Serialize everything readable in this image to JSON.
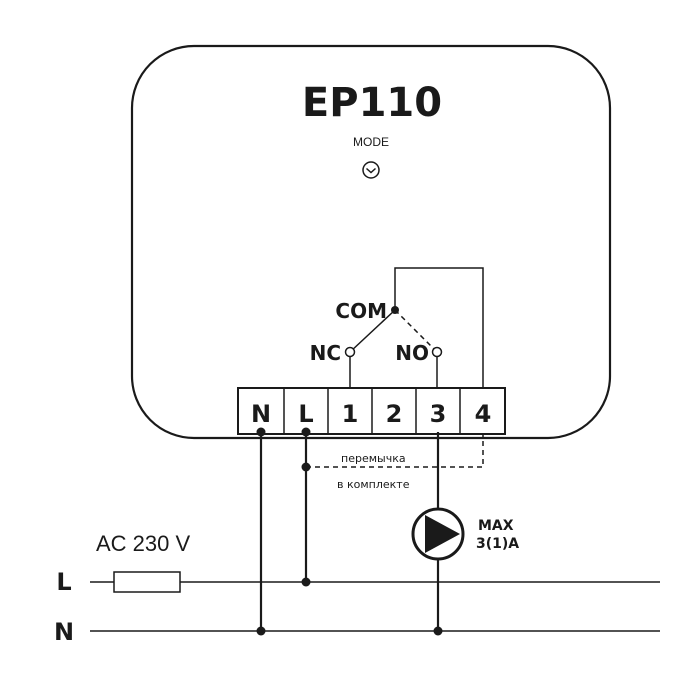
{
  "device": {
    "model": "EP110",
    "mode_label": "MODE",
    "mode_icon": "clock-icon"
  },
  "relay": {
    "com_label": "COM",
    "nc_label": "NC",
    "no_label": "NO"
  },
  "terminals": [
    {
      "label": "N"
    },
    {
      "label": "L"
    },
    {
      "label": "1"
    },
    {
      "label": "2"
    },
    {
      "label": "3"
    },
    {
      "label": "4"
    }
  ],
  "jumper": {
    "line1": "перемычка",
    "line2": "в комплекте"
  },
  "pump": {
    "rating_line1": "MAX",
    "rating_line2": "3(1)A",
    "icon": "pump-icon"
  },
  "supply": {
    "voltage_label": "AC 230 V",
    "line_l_label": "L",
    "line_n_label": "N"
  }
}
